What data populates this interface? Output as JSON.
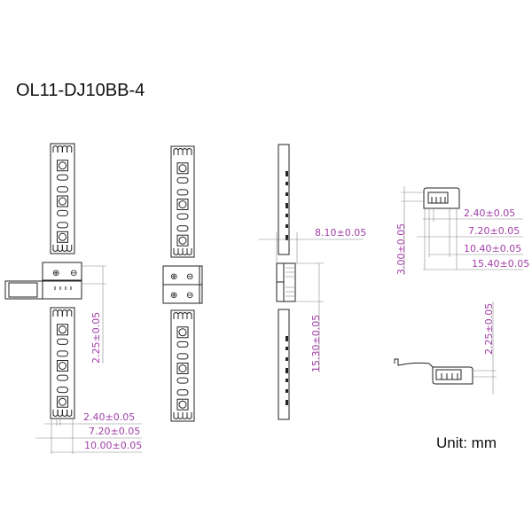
{
  "title": "OL11-DJ10BB-4",
  "unit_label": "Unit: mm",
  "colors": {
    "dimension_text": "#a13ea6",
    "line": "#222222"
  },
  "front_view": {
    "dims": {
      "height": "2.25±0.05",
      "pitch": "2.40±0.05",
      "pad_span": "7.20±0.05",
      "strip_width": "10.00±0.05"
    }
  },
  "side_view": {
    "dims": {
      "thickness": "8.10±0.05",
      "length": "15.30±0.05"
    }
  },
  "connector_top_view": {
    "dims": {
      "height": "3.00±0.05",
      "pitch": "2.40±0.05",
      "pad_span": "7.20±0.05",
      "inner_width": "10.40±0.05",
      "outer_width": "15.40±0.05"
    }
  },
  "connector_open_view": {
    "dims": {
      "height": "2.25±0.05"
    }
  }
}
